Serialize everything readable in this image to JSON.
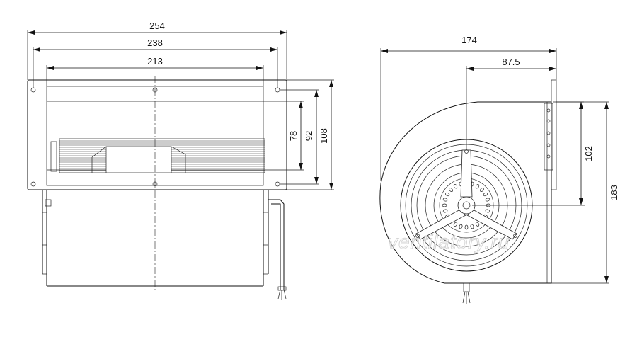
{
  "drawing": {
    "front_view": {
      "dimensions": {
        "overall_width": "254",
        "hole_spacing": "238",
        "outlet_width": "213"
      },
      "height_dimensions": {
        "outlet_height": "78",
        "inner_height": "92",
        "flange_height": "108"
      }
    },
    "side_view": {
      "dimensions": {
        "overall_depth": "174",
        "axis_offset": "87.5",
        "outlet_height": "102",
        "overall_height": "183"
      }
    },
    "watermark": "ventilatory.ru"
  }
}
